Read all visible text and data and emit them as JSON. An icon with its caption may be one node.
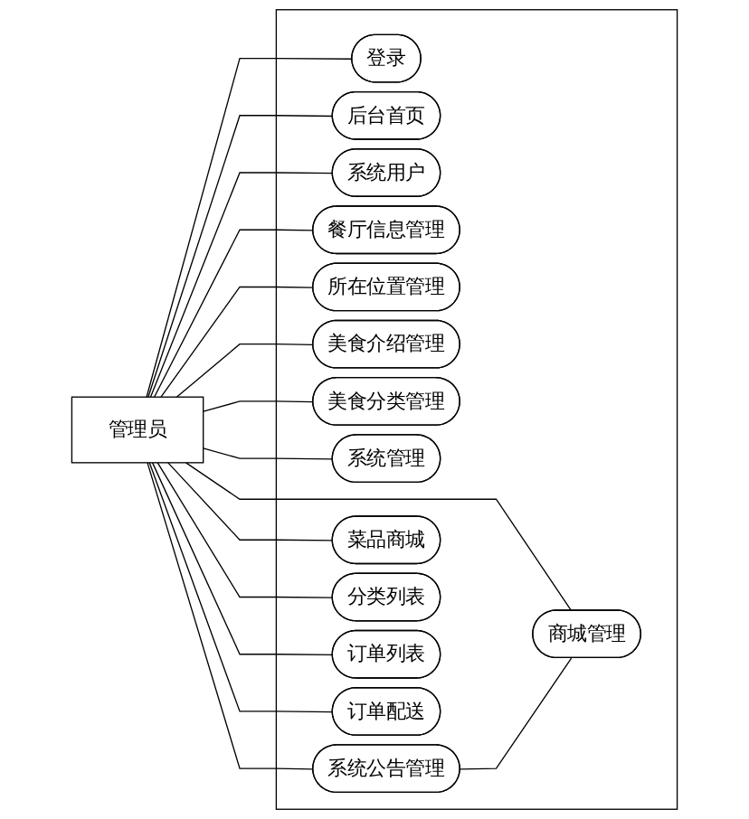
{
  "diagram": {
    "nodes": [
      {
        "text": [
          "管理员"
        ]
      },
      {
        "text": [],
        "shape": "box"
      },
      {
        "text": [
          "登录"
        ],
        "in": 1
      },
      {
        "text": [
          "后台首页"
        ],
        "in": 1
      },
      {
        "text": [
          "系统用户"
        ],
        "in": 1
      },
      {
        "text": [
          "餐厅信息管理"
        ],
        "in": 1
      },
      {
        "text": [
          "所在位置管理"
        ],
        "in": 1
      },
      {
        "text": [
          "美食介绍管理"
        ],
        "in": 1
      },
      {
        "text": [
          "美食分类管理"
        ],
        "in": 1
      },
      {
        "text": [
          "系统管理"
        ],
        "in": 1
      },
      {
        "text": [
          "系统公告管理"
        ],
        "in": 1
      },
      {
        "text": [
          "商城管理"
        ],
        "in": 1
      },
      {
        "text": [
          "菜品商城"
        ],
        "in": 1
      },
      {
        "text": [
          "分类列表"
        ],
        "in": 1
      },
      {
        "text": [
          "订单列表"
        ],
        "in": 1
      },
      {
        "text": [
          "订单配送"
        ],
        "in": 1
      }
    ],
    "edges": [
      {
        "from": 0,
        "to": 2,
        "arrow": "none"
      },
      {
        "from": 0,
        "to": 3,
        "arrow": "none"
      },
      {
        "from": 0,
        "to": 4,
        "arrow": "none"
      },
      {
        "from": 0,
        "to": 5,
        "arrow": "none"
      },
      {
        "from": 0,
        "to": 6,
        "arrow": "none"
      },
      {
        "from": 0,
        "to": 7,
        "arrow": "none"
      },
      {
        "from": 0,
        "to": 8,
        "arrow": "none"
      },
      {
        "from": 0,
        "to": 9,
        "arrow": "none"
      },
      {
        "from": 0,
        "to": 10,
        "arrow": "none"
      },
      {
        "from": 0,
        "to": 11,
        "arrow": "none"
      },
      {
        "from": 0,
        "to": 12,
        "arrow": "none"
      },
      {
        "from": 0,
        "to": 13,
        "arrow": "none"
      },
      {
        "from": 0,
        "to": 14,
        "arrow": "none"
      },
      {
        "from": 0,
        "to": 15,
        "arrow": "none"
      },
      {
        "from": 10,
        "to": 11,
        "arrow": "none"
      }
    ]
  }
}
